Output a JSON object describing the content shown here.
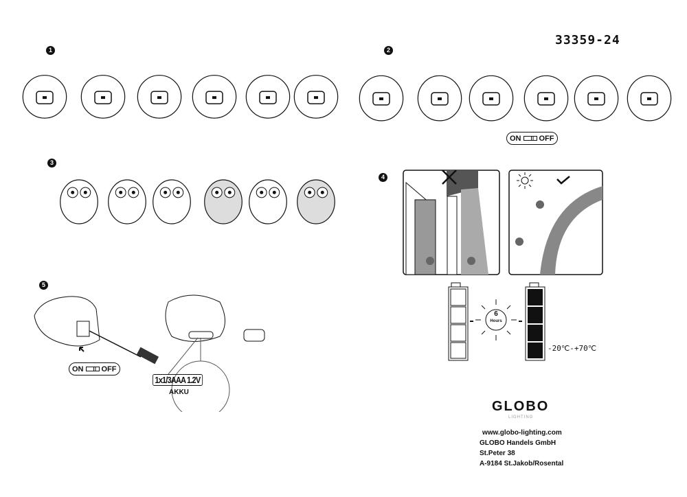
{
  "document": {
    "part_number": "33359-24",
    "steps": [
      "1",
      "2",
      "3",
      "4",
      "5"
    ],
    "switch": {
      "on_label": "ON",
      "off_label": "OFF"
    },
    "charging": {
      "duration_value": "6",
      "duration_unit": "Hours",
      "temperature_range": "-20℃-+70℃"
    },
    "battery": {
      "spec": "1x1/3AAA 1.2V",
      "type": "AKKU"
    },
    "brand": {
      "logo": "GLOBO",
      "logo_sub": "LIGHTING"
    },
    "contact": {
      "website": "www.globo-lighting.com",
      "company": "GLOBO Handels GmbH",
      "street": "St.Peter 38",
      "city": "A-9184 St.Jakob/Rosental"
    }
  }
}
